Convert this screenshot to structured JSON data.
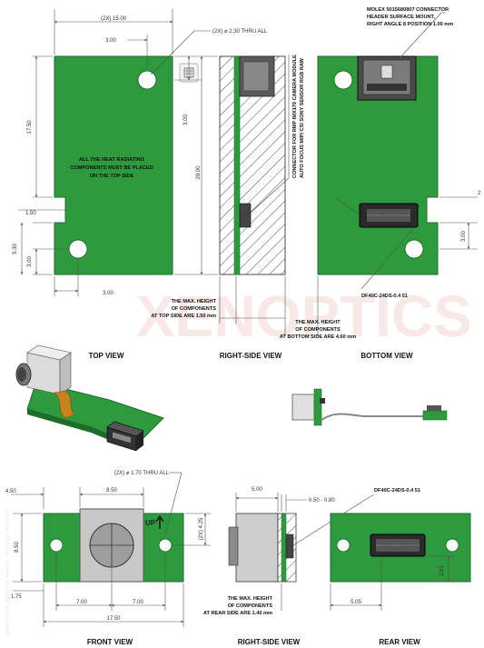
{
  "colors": {
    "pcb": "#2e9a3e",
    "pcb_edge": "#1e6e2a",
    "dim_line": "#555555",
    "lens_gray": "#c8c8c8",
    "connector": "#333333",
    "watermark": "#f3d6d6"
  },
  "top_view": {
    "dim_width": "(2X) 15.00",
    "dim_hole_x": "3.00",
    "dim_hole": "(2X) ⌀ 2.30 THRU ALL",
    "dim_left_h": "17.50",
    "dim_top_y": "3.00",
    "dim_height": "28.00",
    "dim_notch": "1.50",
    "dim_lower1": "5.30",
    "dim_lower2": "3.00",
    "dim_bottom_x": "3.00",
    "note": [
      "ALL THE HEAT RADIATING",
      "COMPONENTS MUST BE PLACED",
      "ON THE TOP SIDE"
    ],
    "max_height": [
      "THE MAX. HEIGHT",
      "OF COMPONENTS",
      "AT TOP SIDE ARE 1.50 mm"
    ],
    "label": "TOP VIEW"
  },
  "right_side_view": {
    "vertical_note": [
      "CONNECTOR FOR RMP IMX179 CAMERA MODULE",
      "AUTO FOCUS MIPI CSI SONY SENSOR RGB RAW"
    ],
    "label": "RIGHT-SIDE VIEW"
  },
  "bottom_view": {
    "connector_note": [
      "MOLEX 5015680807 CONNECTOR",
      "HEADER SURFACE MOUNT,",
      "RIGHT ANGLE 8 POSITION 1.00 mm"
    ],
    "dim_right": "2",
    "dim_right2": "3.00",
    "part": "DF40C-24DS-0.4  51",
    "max_height": [
      "THE MAX. HEIGHT",
      "OF COMPONENTS",
      "AT BOTTOM SIDE ARE 4.60 mm"
    ],
    "label": "BOTTOM VIEW"
  },
  "front_view": {
    "dim_hole": "(2X) ⌀ 1.70 THRU ALL",
    "dim_left": "4.50",
    "dim_center": "8.50",
    "dim_height": "8.50",
    "dim_hole_y": "(2X) 4.25",
    "dim_edge": "1.75",
    "dim_half1": "7.00",
    "dim_half2": "7.00",
    "dim_total": "17.50",
    "up": "UP",
    "label": "FRONT VIEW"
  },
  "right_side_view2": {
    "dim_top": "5.00",
    "dim_pcb": "0.50 - 0.80",
    "max_height": [
      "THE MAX. HEIGHT",
      "OF COMPONENTS",
      "AT REAR SIDE ARE 1.40 mm"
    ],
    "label": "RIGHT-SIDE VIEW"
  },
  "rear_view": {
    "part": "DF40C-24DS-0.4  51",
    "dim_x": "5.05",
    "dim_y": "2.81",
    "label": "REAR VIEW"
  },
  "watermark": {
    "main": "XENOPTICS",
    "side": "XENOPTICS REMOTE SMART OPTICAL SWITCH"
  }
}
